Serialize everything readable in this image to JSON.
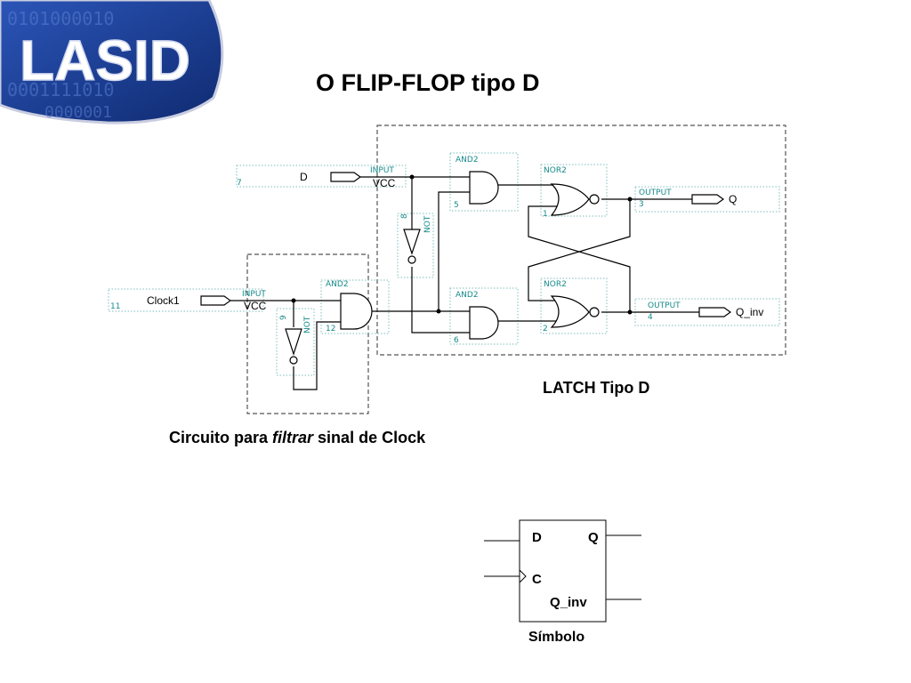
{
  "header": {
    "logo_text": "LASID",
    "logo_binary": [
      "0101000010",
      "0001111010",
      "0000001"
    ],
    "title": "O FLIP-FLOP tipo D"
  },
  "schematic": {
    "signals": {
      "d": "D",
      "clock": "Clock1",
      "q": "Q",
      "q_inv": "Q_inv"
    },
    "prim_labels": {
      "input": "INPUT",
      "vcc": "VCC",
      "output": "OUTPUT",
      "and2": "AND2",
      "nor2": "NOR2",
      "not": "NOT"
    },
    "pin_numbers": {
      "d_input": "7",
      "clock_input": "11",
      "not_data": "8",
      "not_clock": "9",
      "and_clock": "12",
      "and_top": "5",
      "and_bottom": "6",
      "nor_top": "1",
      "nor_bottom": "2",
      "q_output": "3",
      "qinv_output": "4"
    }
  },
  "captions": {
    "latch": "LATCH Tipo D",
    "clock_prefix": "Circuito para ",
    "clock_emphasis": "filtrar",
    "clock_suffix": " sinal de Clock"
  },
  "symbol": {
    "d_label": "D",
    "q_label": "Q",
    "c_label": "C",
    "qinv_label": "Q_inv",
    "caption": "Símbolo"
  },
  "colors": {
    "logo_blue": "#1a3a8c",
    "teal_labels": "#178a8a"
  }
}
